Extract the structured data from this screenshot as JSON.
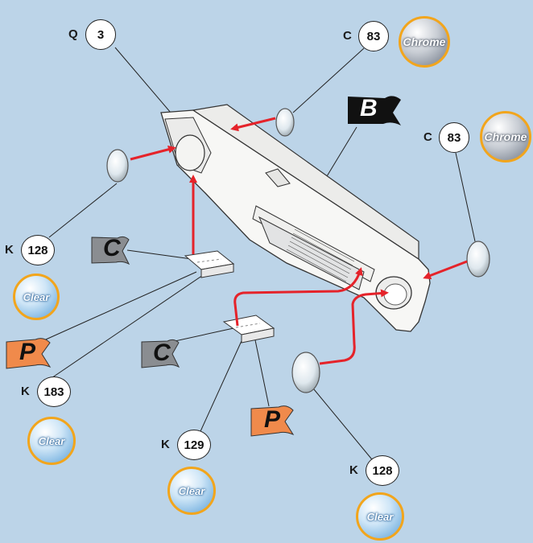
{
  "callouts": {
    "q3": {
      "prefix": "Q",
      "number": "3"
    },
    "c83_top": {
      "prefix": "C",
      "number": "83",
      "finish": "Chrome"
    },
    "c83_right": {
      "prefix": "C",
      "number": "83",
      "finish": "Chrome"
    },
    "k128_left": {
      "prefix": "K",
      "number": "128",
      "finish": "Clear"
    },
    "k183": {
      "prefix": "K",
      "number": "183",
      "finish": "Clear"
    },
    "k129": {
      "prefix": "K",
      "number": "129",
      "finish": "Clear"
    },
    "k128_bottom": {
      "prefix": "K",
      "number": "128",
      "finish": "Clear"
    }
  },
  "flags": {
    "b": {
      "letter": "B",
      "color": "#111111"
    },
    "c_left": {
      "letter": "C",
      "color": "#8a8d91"
    },
    "c_mid": {
      "letter": "C",
      "color": "#8a8d91"
    },
    "p_left": {
      "letter": "P",
      "color": "#f08a4b"
    },
    "p_mid": {
      "letter": "P",
      "color": "#f08a4b"
    }
  },
  "colors": {
    "background": "#bcd4e8",
    "arrow": "#e5232a",
    "badge_ring": "#f2a51c"
  }
}
